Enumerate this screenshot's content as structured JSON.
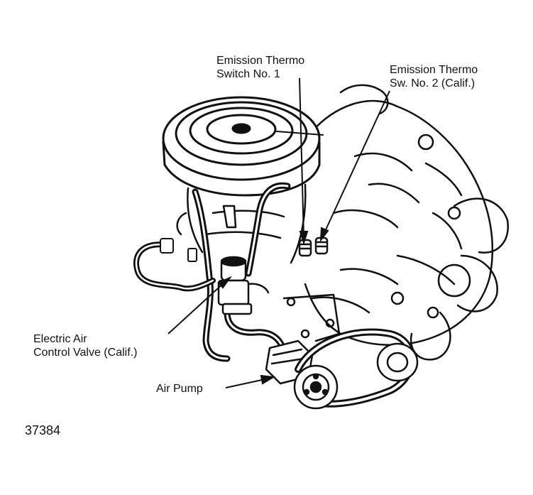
{
  "labels": {
    "thermo1_line1": "Emission Thermo",
    "thermo1_line2": "Switch No. 1",
    "thermo2_line1": "Emission Thermo",
    "thermo2_line2": "Sw. No. 2 (Calif.)",
    "valve_line1": "Electric Air",
    "valve_line2": "Control Valve (Calif.)",
    "pump": "Air Pump"
  },
  "figure_number": "37384",
  "colors": {
    "ink": "#111111",
    "paper": "#ffffff"
  }
}
